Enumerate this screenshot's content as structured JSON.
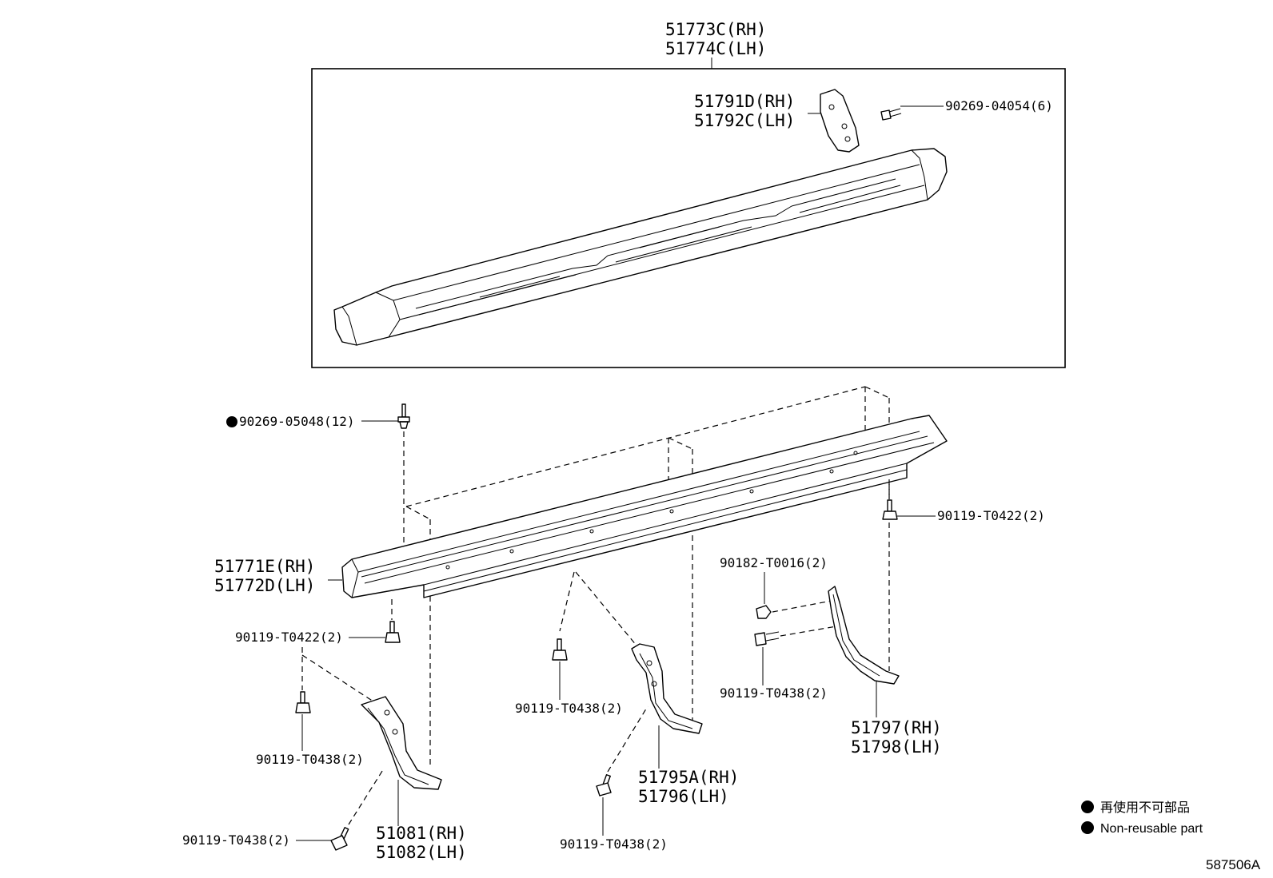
{
  "callouts": {
    "assembly": {
      "rh": "51773C(RH)",
      "lh": "51774C(LH)"
    },
    "end_cap": {
      "rh": "51791D(RH)",
      "lh": "51792C(LH)"
    },
    "end_cap_screw": "90269-04054(6)",
    "rivet": "90269-05048(12)",
    "rail": {
      "rh": "51771E(RH)",
      "lh": "51772D(LH)"
    },
    "bolt_rear_upper": "90119-T0422(2)",
    "nut": "90182-T0016(2)",
    "bolt_rear": "90119-T0438(2)",
    "rear_bracket": {
      "rh": "51797(RH)",
      "lh": "51798(LH)"
    },
    "bolt_front_upper": "90119-T0422(2)",
    "bolt_front_mid": "90119-T0438(2)",
    "bolt_front_low": "90119-T0438(2)",
    "front_bracket": {
      "rh": "51081(RH)",
      "lh": "51082(LH)"
    },
    "bolt_center_upper": "90119-T0438(2)",
    "bolt_center_low": "90119-T0438(2)",
    "center_bracket": {
      "rh": "51795A(RH)",
      "lh": "51796(LH)"
    }
  },
  "legend": {
    "non_reusable_jp": "再使用不可部品",
    "non_reusable_en": "Non-reusable part"
  },
  "diagram_code": "587506A"
}
